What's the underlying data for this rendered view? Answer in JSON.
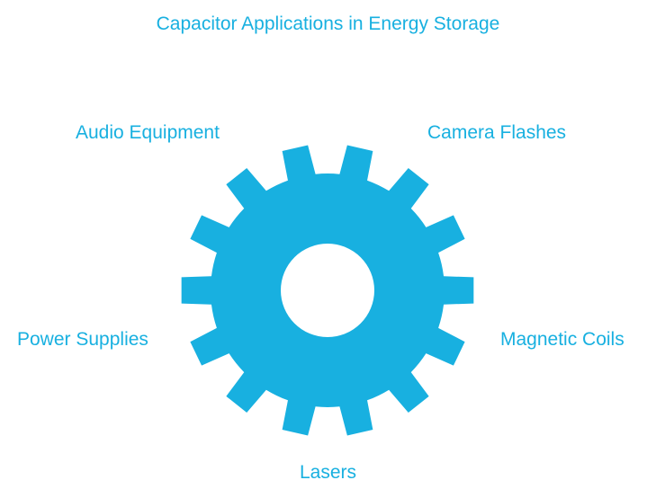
{
  "title": "Capacitor Applications in Energy Storage",
  "labels": {
    "audio": "Audio Equipment",
    "camera": "Camera Flashes",
    "power": "Power Supplies",
    "magnetic": "Magnetic Coils",
    "lasers": "Lasers"
  },
  "colors": {
    "accent": "#18b0e0",
    "background": "#ffffff"
  },
  "gear": {
    "teeth": 14
  }
}
